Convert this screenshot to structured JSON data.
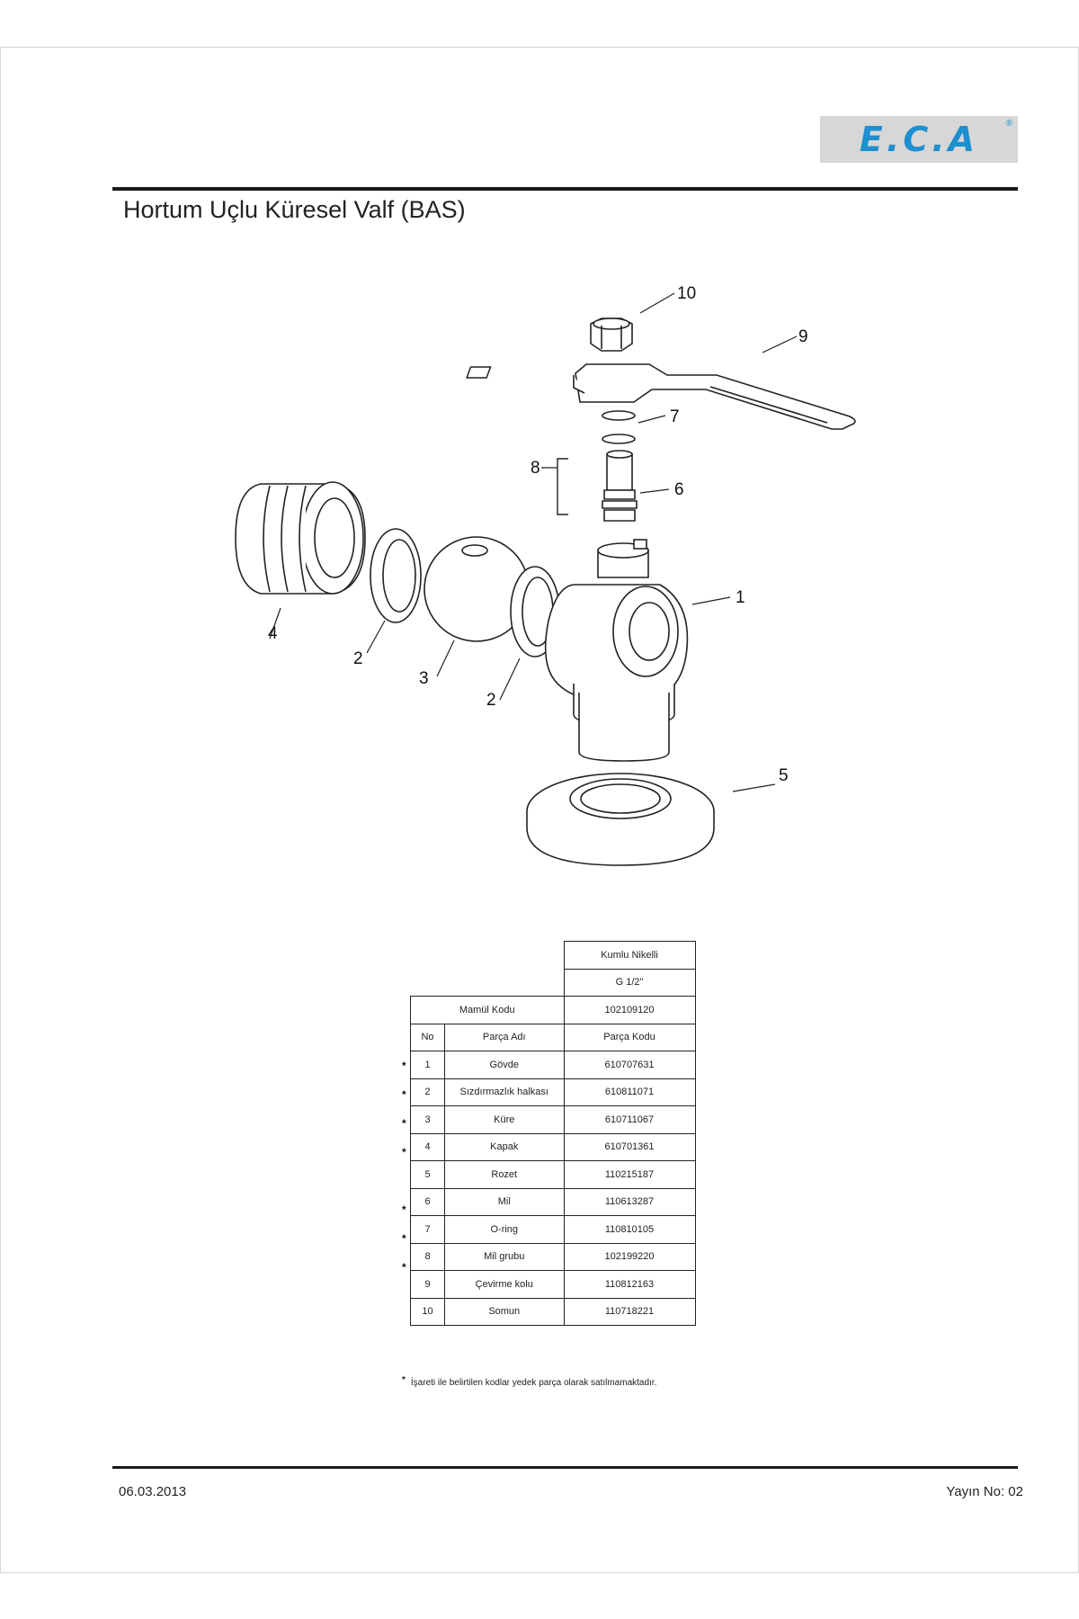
{
  "header": {
    "logo_text": "E.C.A",
    "logo_reg": "®",
    "title": "Hortum Uçlu Küresel Valf (BAS)"
  },
  "diagram": {
    "callouts": [
      "10",
      "9",
      "7",
      "8",
      "6",
      "1",
      "4",
      "2",
      "3",
      "2",
      "5"
    ]
  },
  "table": {
    "finish": "Kumlu Nikelli",
    "size": "G 1/2\"",
    "product_code_label": "Mamül Kodu",
    "product_code": "102109120",
    "col_no": "No",
    "col_part_name": "Parça Adı",
    "col_part_code": "Parça Kodu",
    "rows": [
      {
        "no": "1",
        "name": "Gövde",
        "code": "610707631",
        "spare": true
      },
      {
        "no": "2",
        "name": "Sızdırmazlık halkası",
        "code": "610811071",
        "spare": true
      },
      {
        "no": "3",
        "name": "Küre",
        "code": "610711067",
        "spare": true
      },
      {
        "no": "4",
        "name": "Kapak",
        "code": "610701361",
        "spare": true
      },
      {
        "no": "5",
        "name": "Rozet",
        "code": "110215187",
        "spare": false
      },
      {
        "no": "6",
        "name": "Mil",
        "code": "110613287",
        "spare": true
      },
      {
        "no": "7",
        "name": "O-ring",
        "code": "110810105",
        "spare": true
      },
      {
        "no": "8",
        "name": "Mil grubu",
        "code": "102199220",
        "spare": true
      },
      {
        "no": "9",
        "name": "Çevirme kolu",
        "code": "110812163",
        "spare": false
      },
      {
        "no": "10",
        "name": "Somun",
        "code": "110718221",
        "spare": false
      }
    ],
    "spare_mark": "*"
  },
  "footnote": {
    "mark": "*",
    "text": "İşareti ile belirtilen kodlar yedek parça olarak satılmamaktadır."
  },
  "footer": {
    "date": "06.03.2013",
    "issue": "Yayın No: 02"
  }
}
